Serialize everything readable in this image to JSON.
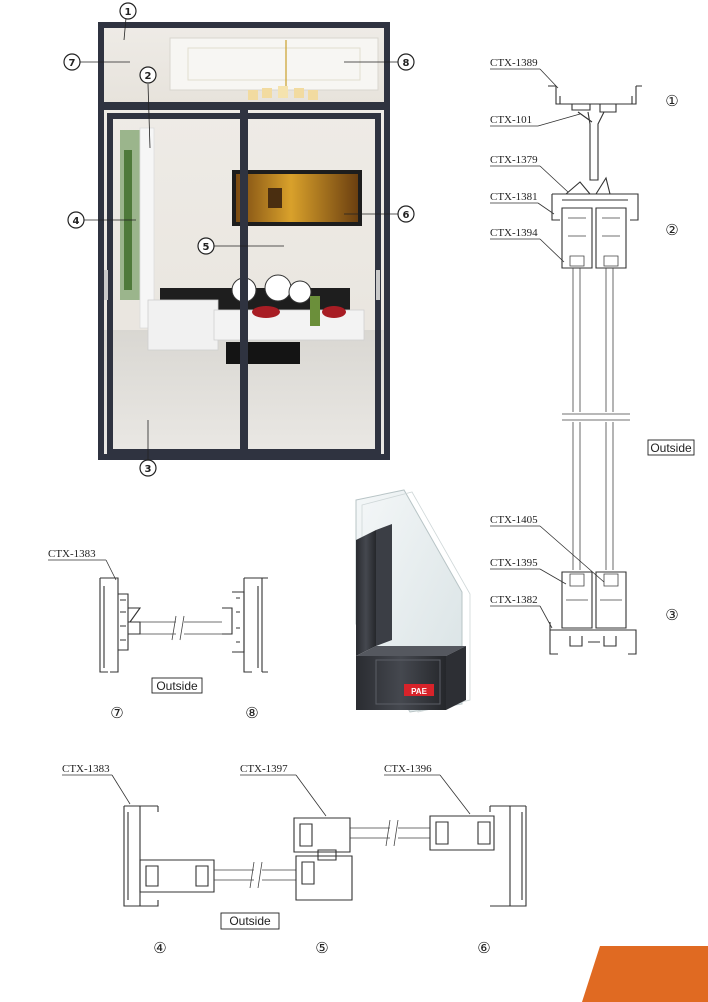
{
  "photo": {
    "callouts": [
      "1",
      "2",
      "3",
      "4",
      "5",
      "6",
      "7",
      "8"
    ]
  },
  "right_section": {
    "labels": [
      "CTX-1389",
      "CTX-101",
      "CTX-1379",
      "CTX-1381",
      "CTX-1394",
      "CTX-1405",
      "CTX-1395",
      "CTX-1382"
    ],
    "markers": [
      "①",
      "②",
      "③"
    ],
    "outside": "Outside"
  },
  "side_section": {
    "label": "CTX-1383",
    "outside": "Outside",
    "markers": [
      "⑦",
      "⑧"
    ]
  },
  "bottom_section": {
    "labels": [
      "CTX-1383",
      "CTX-1397",
      "CTX-1396"
    ],
    "outside": "Outside",
    "markers": [
      "④",
      "⑤",
      "⑥"
    ]
  },
  "profile_render": {
    "badge": "PAE"
  },
  "colors": {
    "frame": "#2f3340",
    "accent": "#e06a22",
    "badge": "#d8232a"
  }
}
